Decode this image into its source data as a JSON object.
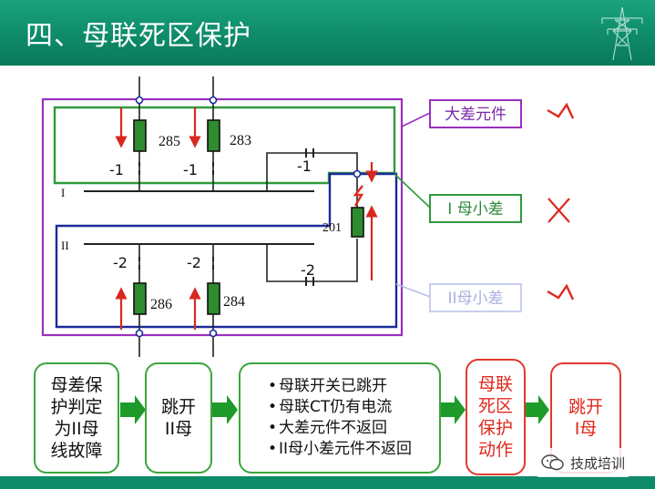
{
  "header": {
    "title": "四、母联死区保护"
  },
  "diagram": {
    "breakers": {
      "b285": "285",
      "b283": "283",
      "b286": "286",
      "b284": "284",
      "b201": "201"
    },
    "switches": {
      "s_285": "-1",
      "s_283": "-1",
      "s_tie1": "-1",
      "s_286": "-2",
      "s_284": "-2",
      "s_tie2": "-2"
    },
    "buses": {
      "bus1": "I",
      "bus2": "II"
    }
  },
  "legend": {
    "da_cha": "大差元件",
    "i_mu": "I 母小差",
    "ii_mu": "II母小差",
    "da_cha_mark": "✓",
    "i_mu_mark": "✗",
    "ii_mu_mark": "✓"
  },
  "flow": {
    "box1": "母差保\n护判定\n为II母\n线故障",
    "box2": "跳开\nII母",
    "conditions": [
      "母联开关已跳开",
      "母联CT仍有电流",
      "大差元件不返回",
      "II母小差元件不返回"
    ],
    "box4": "母联\n死区\n保护\n动作",
    "box5": "跳开\nI母"
  },
  "watermark": {
    "text": "技成培训"
  },
  "colors": {
    "banner": "#0e8b69",
    "green": "#3aa63a",
    "red": "#e0392e",
    "purple": "#9a2fbf",
    "navy": "#1a2b9a"
  }
}
